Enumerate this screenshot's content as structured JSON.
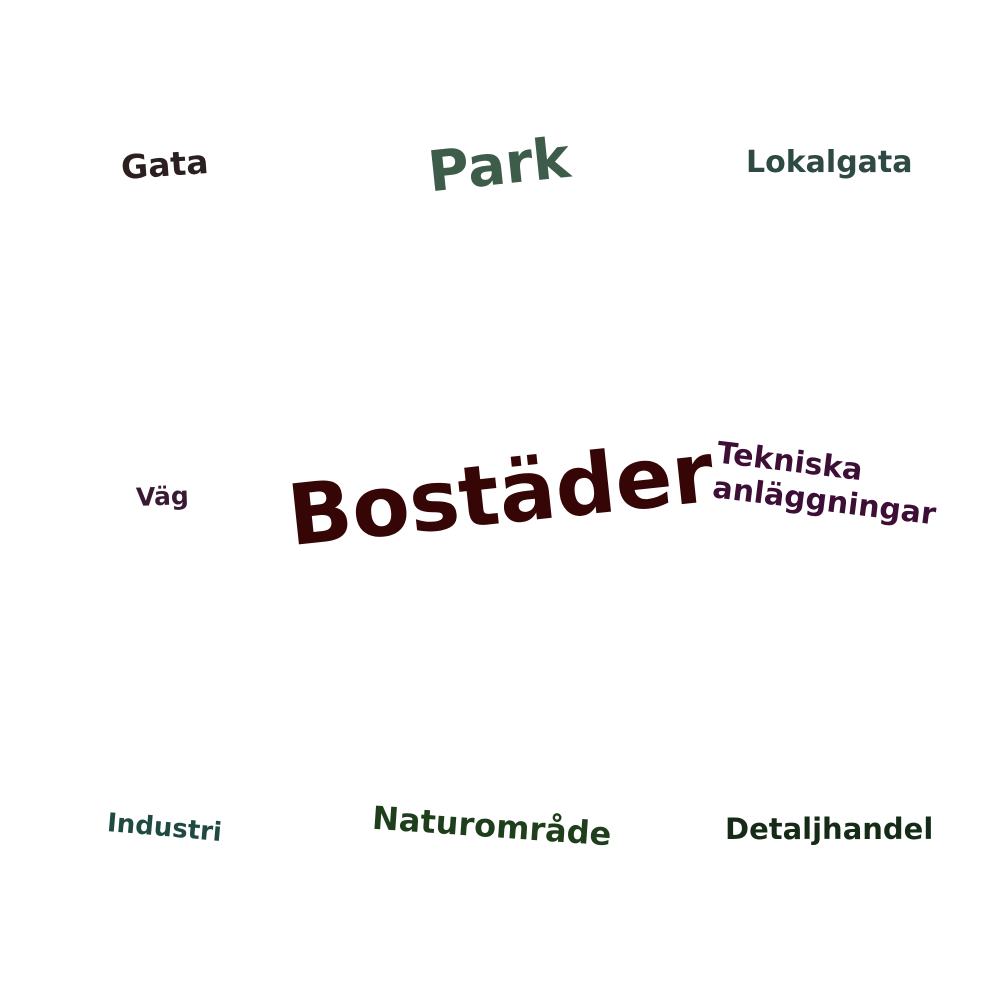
{
  "words": {
    "gata": {
      "text": "Gata",
      "color": "#2b1f1f"
    },
    "park": {
      "text": "Park",
      "color": "#3d5c4a"
    },
    "lokalgata": {
      "text": "Lokalgata",
      "color": "#2f4a44"
    },
    "vag": {
      "text": "Väg",
      "color": "#3a1a33"
    },
    "bostader": {
      "text": "Bostäder",
      "color": "#360606"
    },
    "tekniska_anlaggningar": {
      "line1": "Tekniska",
      "line2": "anläggningar",
      "color": "#3d0f36"
    },
    "industri": {
      "text": "Industri",
      "color": "#1f4a42"
    },
    "naturomrade": {
      "text": "Naturområde",
      "color": "#1f3f1c"
    },
    "detaljhandel": {
      "text": "Detaljhandel",
      "color": "#162b17"
    }
  }
}
